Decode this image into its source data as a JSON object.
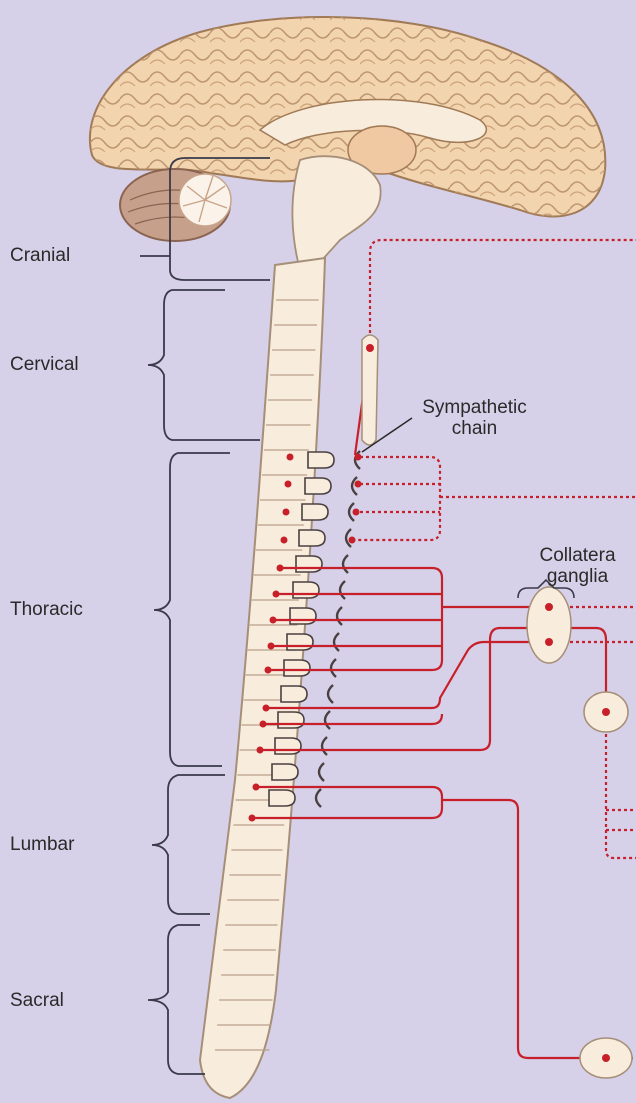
{
  "regions": {
    "cranial": "Cranial",
    "cervical": "Cervical",
    "thoracic": "Thoracic",
    "lumbar": "Lumbar",
    "sacral": "Sacral"
  },
  "annotations": {
    "sympathetic_chain_line1": "Sympathetic",
    "sympathetic_chain_line2": "chain",
    "collateral_line1": "Collatera",
    "collateral_line2": "ganglia"
  },
  "colors": {
    "background": "#d6d0e8",
    "tissue": "#f8ecdc",
    "tissue_outline": "#a58f78",
    "nerve": "#c8202a",
    "brain": "#f2d4ae",
    "cerebellum": "#c7a08c"
  }
}
